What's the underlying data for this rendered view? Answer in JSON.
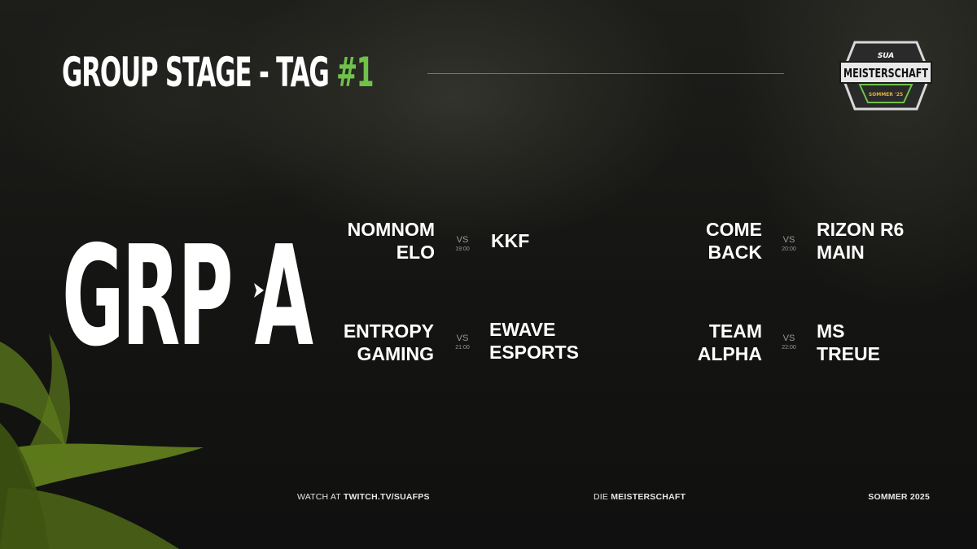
{
  "header": {
    "title_main": "GROUP STAGE - TAG ",
    "title_accent": "#1",
    "accent_color": "#6fc24a"
  },
  "logo": {
    "top_text": "SUA",
    "main_text": "MEISTERSCHAFT",
    "sub_text": "SOMMER '25"
  },
  "group": {
    "label": "GRP A",
    "arrow_icon": "chevron-right-icon"
  },
  "matches": [
    {
      "team_left": [
        "NOMNOM",
        "ELO"
      ],
      "vs": "VS",
      "time": "19:00",
      "team_right": [
        "KKF"
      ]
    },
    {
      "team_left": [
        "COME",
        "BACK"
      ],
      "vs": "VS",
      "time": "20:00",
      "team_right": [
        "RIZON R6",
        "MAIN"
      ]
    },
    {
      "team_left": [
        "ENTROPY",
        "GAMING"
      ],
      "vs": "VS",
      "time": "21:00",
      "team_right": [
        "EWAVE",
        "ESPORTS"
      ]
    },
    {
      "team_left": [
        "TEAM",
        "ALPHA"
      ],
      "vs": "VS",
      "time": "22:00",
      "team_right": [
        "MS",
        "TREUE"
      ]
    }
  ],
  "footer": {
    "watch_prefix": "WATCH AT ",
    "watch_url": "TWITCH.TV/SUAFPS",
    "center_prefix": "DIE ",
    "center_bold": "MEISTERSCHAFT",
    "right": "SOMMER 2025"
  }
}
